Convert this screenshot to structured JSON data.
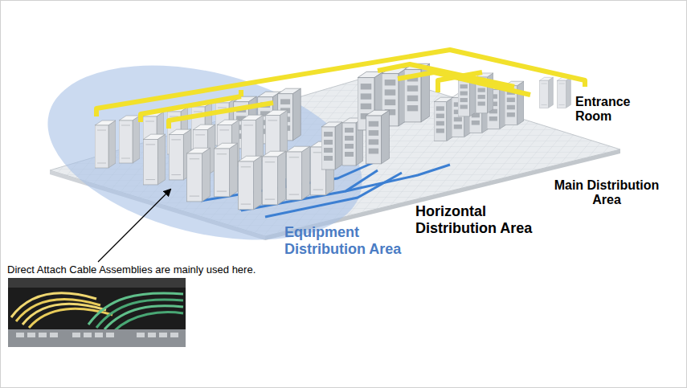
{
  "diagram": {
    "labels": [
      "Entrance Room",
      "Main Distribution Area",
      "Horizontal Distribution Area",
      "Equipment Distribution Area",
      "Direct Attach Cable Assemblies are mainly used here."
    ]
  }
}
